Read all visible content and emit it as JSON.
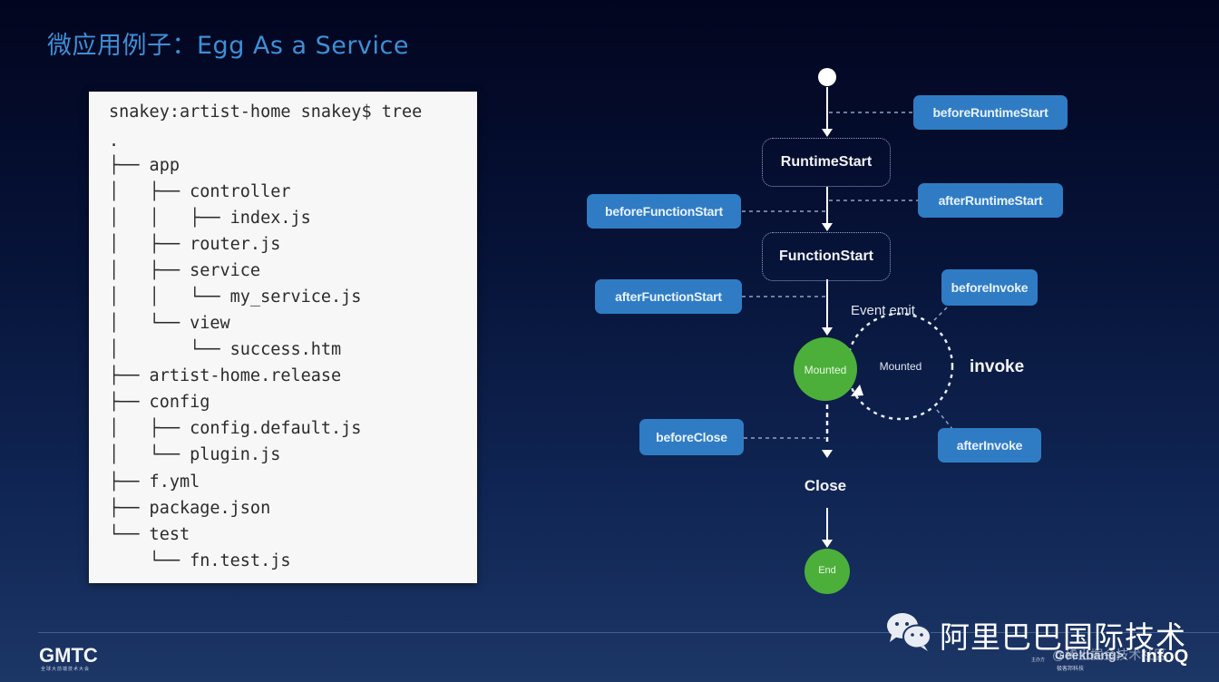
{
  "slide": {
    "title": "微应用例子：Egg As a Service"
  },
  "terminal": {
    "prompt": "snakey:artist-home snakey$ tree",
    "tree_lines": [
      ".",
      "├── app",
      "│   ├── controller",
      "│   │   ├── index.js",
      "│   ├── router.js",
      "│   ├── service",
      "│   │   └── my_service.js",
      "│   └── view",
      "│       └── success.htm",
      "├── artist-home.release",
      "├── config",
      "│   ├── config.default.js",
      "│   └── plugin.js",
      "├── f.yml",
      "├── package.json",
      "└── test",
      "    └── fn.test.js"
    ]
  },
  "lifecycle": {
    "states": {
      "runtime_start": "RuntimeStart",
      "function_start": "FunctionStart",
      "mounted": "Mounted",
      "mounted_loop": "Mounted",
      "close": "Close",
      "end": "End"
    },
    "hooks": {
      "before_runtime_start": "beforeRuntimeStart",
      "after_runtime_start": "afterRuntimeStart",
      "before_function_start": "beforeFunctionStart",
      "after_function_start": "afterFunctionStart",
      "before_invoke": "beforeInvoke",
      "after_invoke": "afterInvoke",
      "before_close": "beforeClose"
    },
    "labels": {
      "event_emit": "Event emit",
      "invoke": "invoke"
    },
    "colors": {
      "hook": "#2f7cc4",
      "node_green": "#4caf3a",
      "start_node": "#ffffff"
    }
  },
  "footer": {
    "logo": "GMTC",
    "logo_sub": "全球大前端技术大会",
    "watermark": "阿里巴巴国际技术",
    "sponsor_small": "主办方",
    "geekbang": "Geekbang>.",
    "geekbang_sub": "极客邦科技",
    "infoq": "InfoQ",
    "credit": "@稀土掘金技术社区"
  }
}
